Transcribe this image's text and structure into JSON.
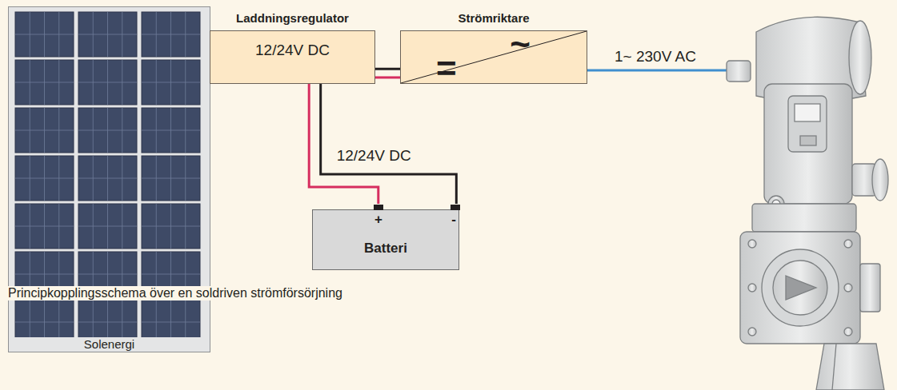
{
  "diagram": {
    "caption": "Principkopplingsschema över en soldriven strömförsörjning",
    "nodes": [
      {
        "text": [
          "Solenergi"
        ]
      },
      {
        "text": [
          "Laddningsregulator",
          "12/24V DC"
        ]
      },
      {
        "text": [
          "Strömriktare",
          "~",
          "="
        ]
      },
      {
        "text": [
          "+",
          "-",
          "Batteri"
        ]
      }
    ],
    "edges": [
      {
        "from": 0,
        "to": 1,
        "arrow": "none"
      },
      {
        "from": 1,
        "to": 2,
        "arrow": "none"
      },
      {
        "from": 1,
        "to": 3,
        "label": "12/24V DC",
        "arrow": "none"
      }
    ],
    "labels": [
      "1~ 230V AC"
    ]
  }
}
